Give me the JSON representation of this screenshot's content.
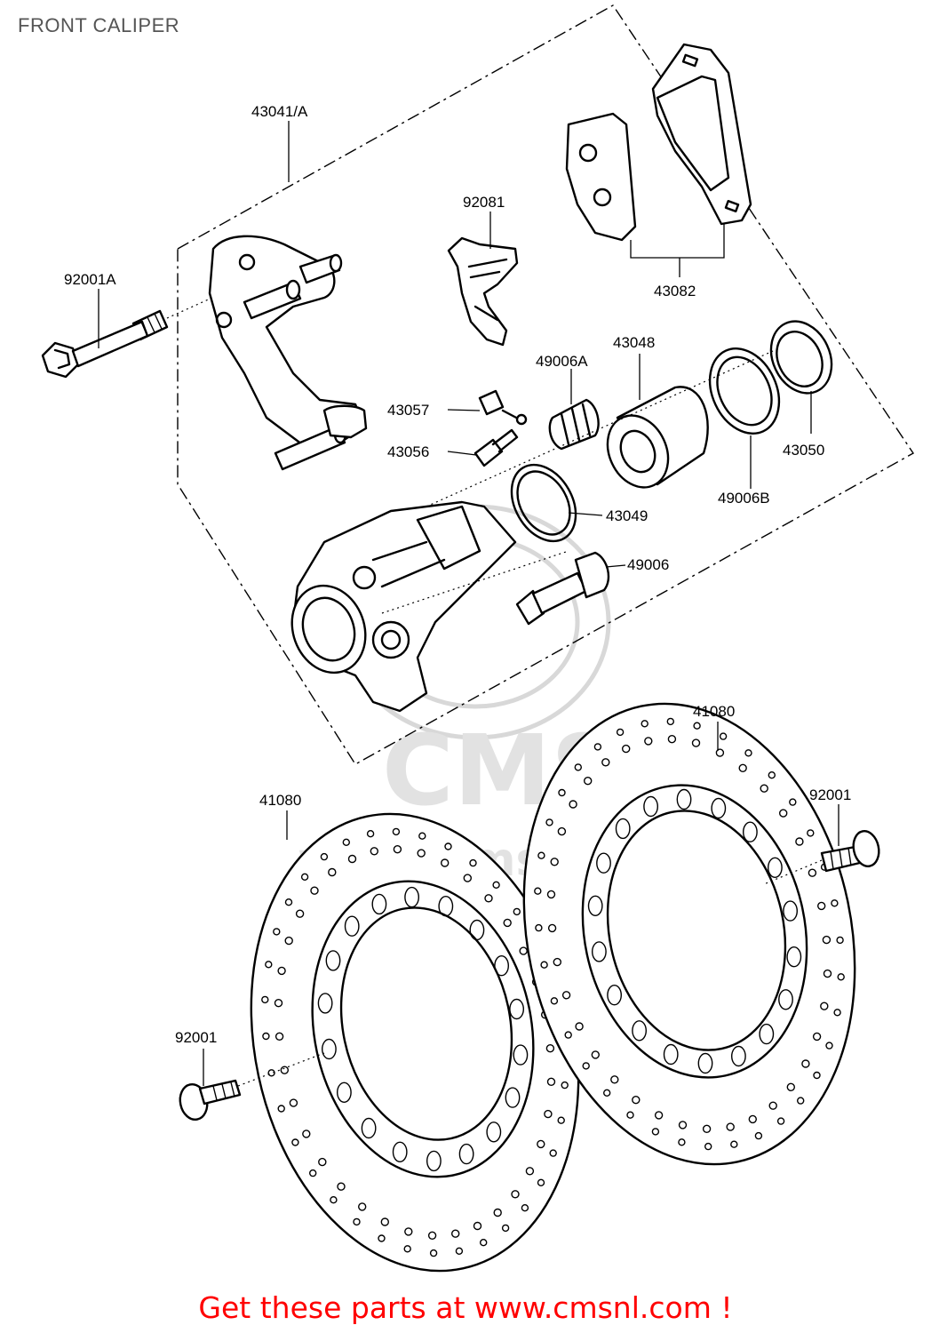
{
  "title": "FRONT CALIPER",
  "footer": {
    "text": "Get these parts at www.cmsnl.com !"
  },
  "watermark": {
    "brand": "CMS",
    "site": "www.cmsnl.com"
  },
  "colors": {
    "footer": "#ff0000",
    "title": "#555555",
    "linework": "#000000",
    "watermark": "#d8d8d8"
  },
  "callouts": {
    "c43041A": "43041/A",
    "c92001A": "92001A",
    "c92081": "92081",
    "c43082": "43082",
    "c43048": "43048",
    "c49006A": "49006A",
    "c43057": "43057",
    "c43056": "43056",
    "c43050": "43050",
    "c49006B": "49006B",
    "c43049": "43049",
    "c49006": "49006",
    "c41080_right": "41080",
    "c41080_left": "41080",
    "c92001_right": "92001",
    "c92001_left": "92001"
  }
}
